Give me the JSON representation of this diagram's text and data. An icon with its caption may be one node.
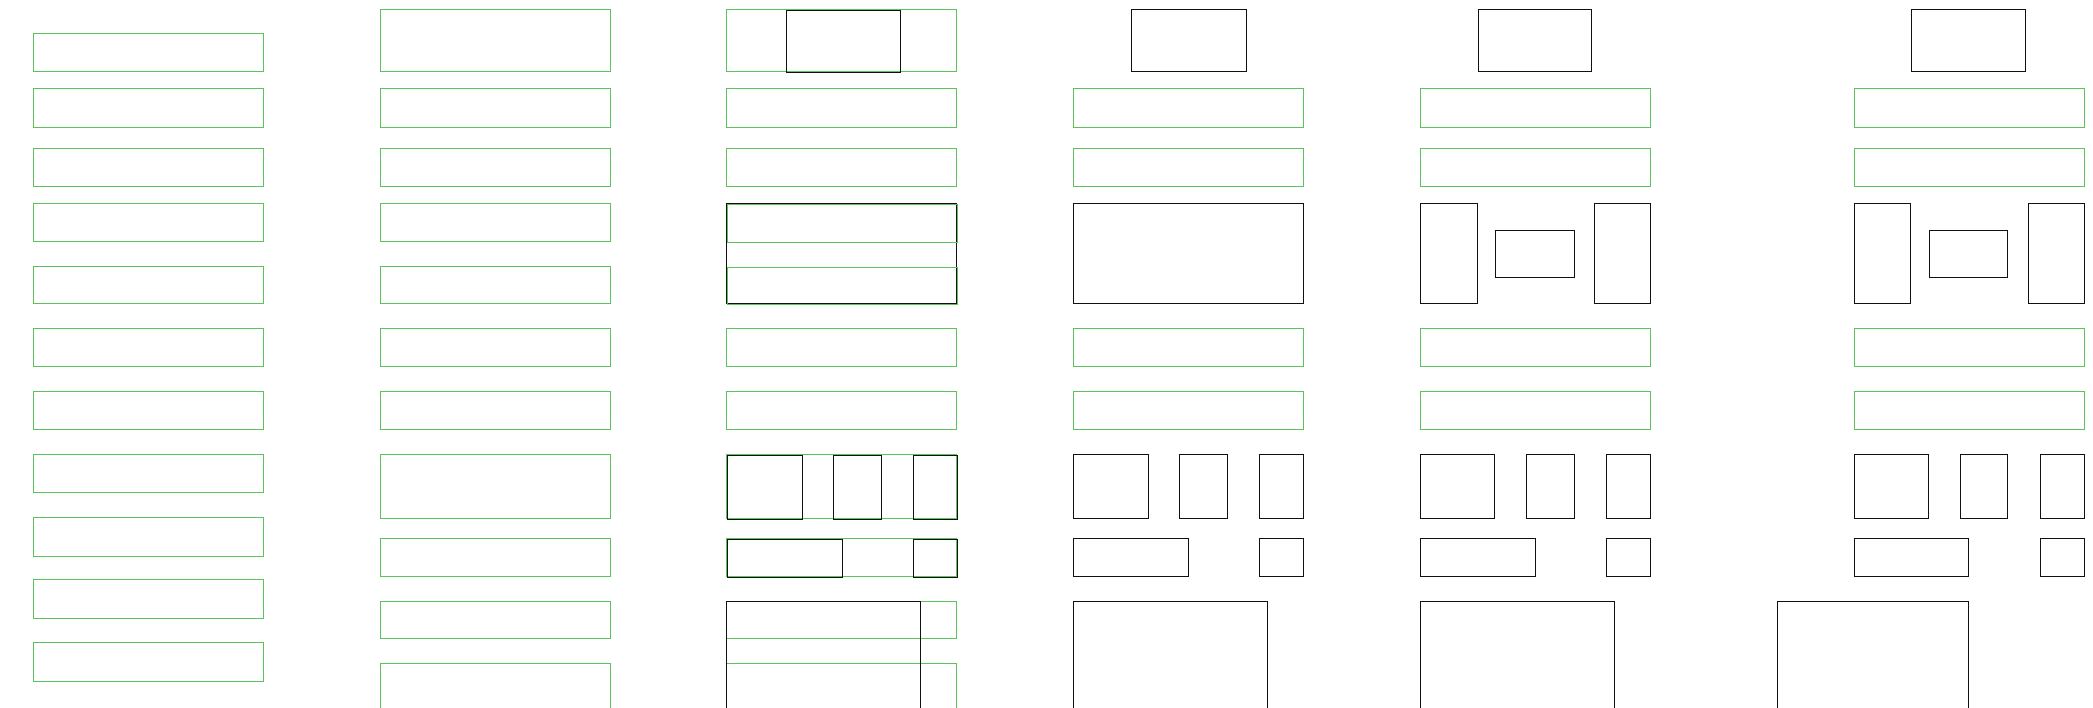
{
  "diagram": {
    "nodes": [
      {
        "text": [],
        "shape": "box"
      },
      {
        "text": [],
        "shape": "box"
      },
      {
        "text": [],
        "shape": "box"
      },
      {
        "text": [],
        "shape": "box"
      },
      {
        "text": [],
        "shape": "box"
      },
      {
        "text": [],
        "shape": "box"
      },
      {
        "text": [],
        "shape": "box"
      },
      {
        "text": [],
        "shape": "box"
      },
      {
        "text": [],
        "shape": "box"
      },
      {
        "text": [],
        "shape": "box"
      },
      {
        "text": [],
        "shape": "box"
      },
      {
        "text": [],
        "shape": "box"
      },
      {
        "text": [],
        "shape": "box"
      },
      {
        "text": [],
        "shape": "box"
      },
      {
        "text": [],
        "shape": "box"
      },
      {
        "text": [],
        "shape": "box"
      },
      {
        "text": [],
        "shape": "box"
      },
      {
        "text": [],
        "shape": "box"
      },
      {
        "text": [],
        "shape": "box"
      },
      {
        "text": [],
        "shape": "box"
      },
      {
        "text": [],
        "shape": "box"
      },
      {
        "text": [],
        "shape": "box"
      },
      {
        "text": [],
        "shape": "box"
      },
      {
        "text": [],
        "shape": "box",
        "in": 22
      },
      {
        "text": [],
        "shape": "box"
      },
      {
        "text": [],
        "shape": "box"
      },
      {
        "text": [],
        "shape": "box"
      },
      {
        "text": [],
        "shape": "box",
        "in": 26
      },
      {
        "text": [],
        "shape": "box",
        "in": 26
      },
      {
        "text": [],
        "shape": "box"
      },
      {
        "text": [],
        "shape": "box"
      },
      {
        "text": [],
        "shape": "box"
      },
      {
        "text": [],
        "shape": "box",
        "in": 31
      },
      {
        "text": [],
        "shape": "box",
        "in": 31
      },
      {
        "text": [],
        "shape": "box",
        "in": 31
      },
      {
        "text": [],
        "shape": "box"
      },
      {
        "text": [],
        "shape": "box",
        "in": 35
      },
      {
        "text": [],
        "shape": "box",
        "in": 35
      },
      {
        "text": [],
        "shape": "box"
      },
      {
        "text": [],
        "shape": "box"
      },
      {
        "text": [],
        "shape": "box"
      },
      {
        "text": [],
        "shape": "box"
      },
      {
        "text": [],
        "shape": "box"
      },
      {
        "text": [],
        "shape": "box"
      },
      {
        "text": [],
        "shape": "box"
      },
      {
        "text": [],
        "shape": "box"
      },
      {
        "text": [],
        "shape": "box"
      },
      {
        "text": [],
        "shape": "box"
      },
      {
        "text": [],
        "shape": "box"
      },
      {
        "text": [],
        "shape": "box"
      },
      {
        "text": [],
        "shape": "box"
      },
      {
        "text": [],
        "shape": "box"
      },
      {
        "text": [],
        "shape": "box"
      },
      {
        "text": [],
        "shape": "box"
      },
      {
        "text": [],
        "shape": "box"
      },
      {
        "text": [],
        "shape": "box"
      },
      {
        "text": [],
        "shape": "box"
      },
      {
        "text": [],
        "shape": "box"
      },
      {
        "text": [],
        "shape": "box"
      },
      {
        "text": [],
        "shape": "box"
      },
      {
        "text": [],
        "shape": "box"
      },
      {
        "text": [],
        "shape": "box"
      },
      {
        "text": [],
        "shape": "box"
      },
      {
        "text": [],
        "shape": "box"
      },
      {
        "text": [],
        "shape": "box"
      },
      {
        "text": [],
        "shape": "box"
      },
      {
        "text": [],
        "shape": "box"
      },
      {
        "text": [],
        "shape": "box"
      },
      {
        "text": [],
        "shape": "box"
      },
      {
        "text": [],
        "shape": "box"
      },
      {
        "text": [],
        "shape": "box"
      },
      {
        "text": [],
        "shape": "box"
      },
      {
        "text": [],
        "shape": "box"
      },
      {
        "text": [],
        "shape": "box"
      },
      {
        "text": [],
        "shape": "box"
      },
      {
        "text": [],
        "shape": "box"
      },
      {
        "text": [],
        "shape": "box"
      },
      {
        "text": [],
        "shape": "box"
      },
      {
        "text": [],
        "shape": "box"
      },
      {
        "text": [],
        "shape": "box"
      },
      {
        "text": [],
        "shape": "box"
      }
    ]
  }
}
